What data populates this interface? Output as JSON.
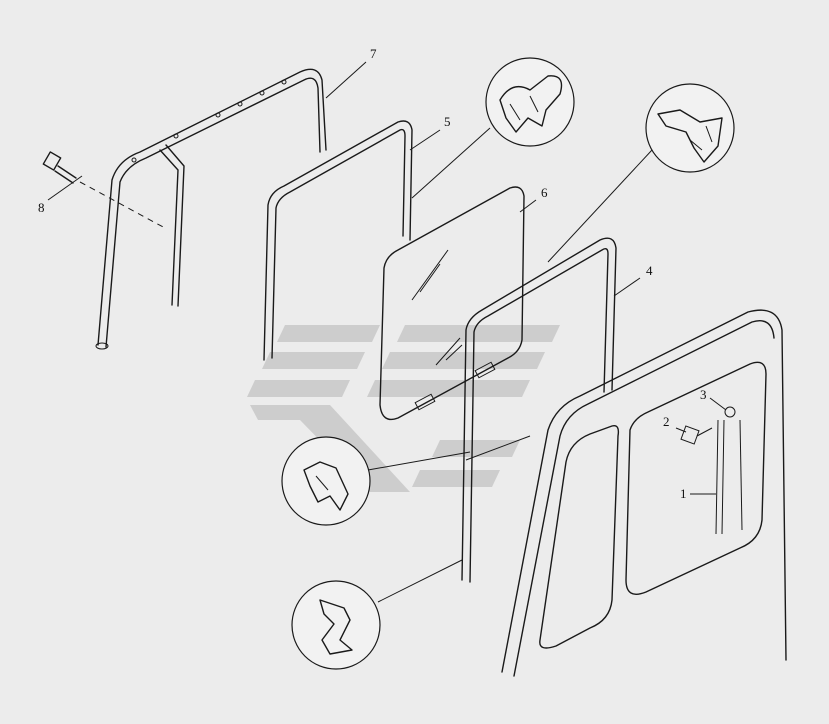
{
  "diagram": {
    "callouts": [
      {
        "id": "1",
        "label": "1"
      },
      {
        "id": "2",
        "label": "2"
      },
      {
        "id": "3",
        "label": "3"
      },
      {
        "id": "4",
        "label": "4"
      },
      {
        "id": "5",
        "label": "5"
      },
      {
        "id": "6",
        "label": "6"
      },
      {
        "id": "7",
        "label": "7"
      },
      {
        "id": "8",
        "label": "8"
      }
    ]
  },
  "colors": {
    "background": "#ececec",
    "line": "#1a1a1a",
    "watermark": "#c8c8c8"
  }
}
